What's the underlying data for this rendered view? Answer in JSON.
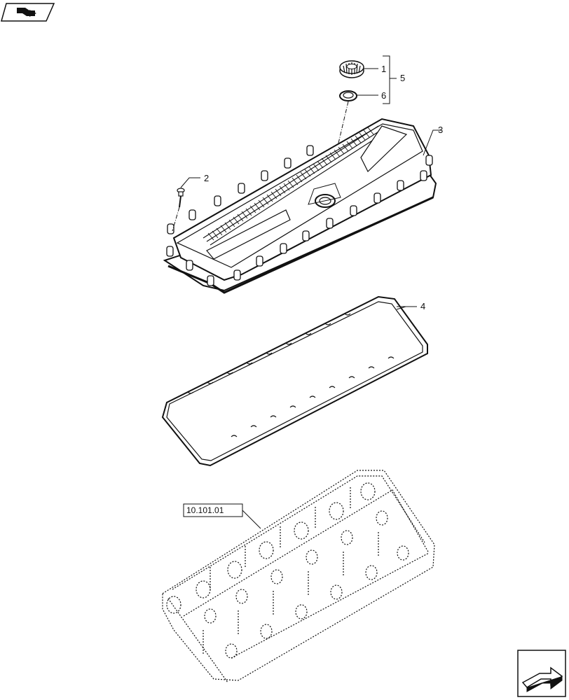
{
  "nav": {
    "prev_icon": "book-back-arrow-icon",
    "next_icon": "page-next-arrow-icon"
  },
  "callouts": [
    {
      "id": "1",
      "label": "1"
    },
    {
      "id": "2",
      "label": "2"
    },
    {
      "id": "3",
      "label": "3"
    },
    {
      "id": "4",
      "label": "4"
    },
    {
      "id": "5",
      "label": "5"
    },
    {
      "id": "6",
      "label": "6"
    }
  ],
  "reference": {
    "label": "10.101.01"
  },
  "colors": {
    "line": "#111111",
    "bg": "#ffffff"
  }
}
